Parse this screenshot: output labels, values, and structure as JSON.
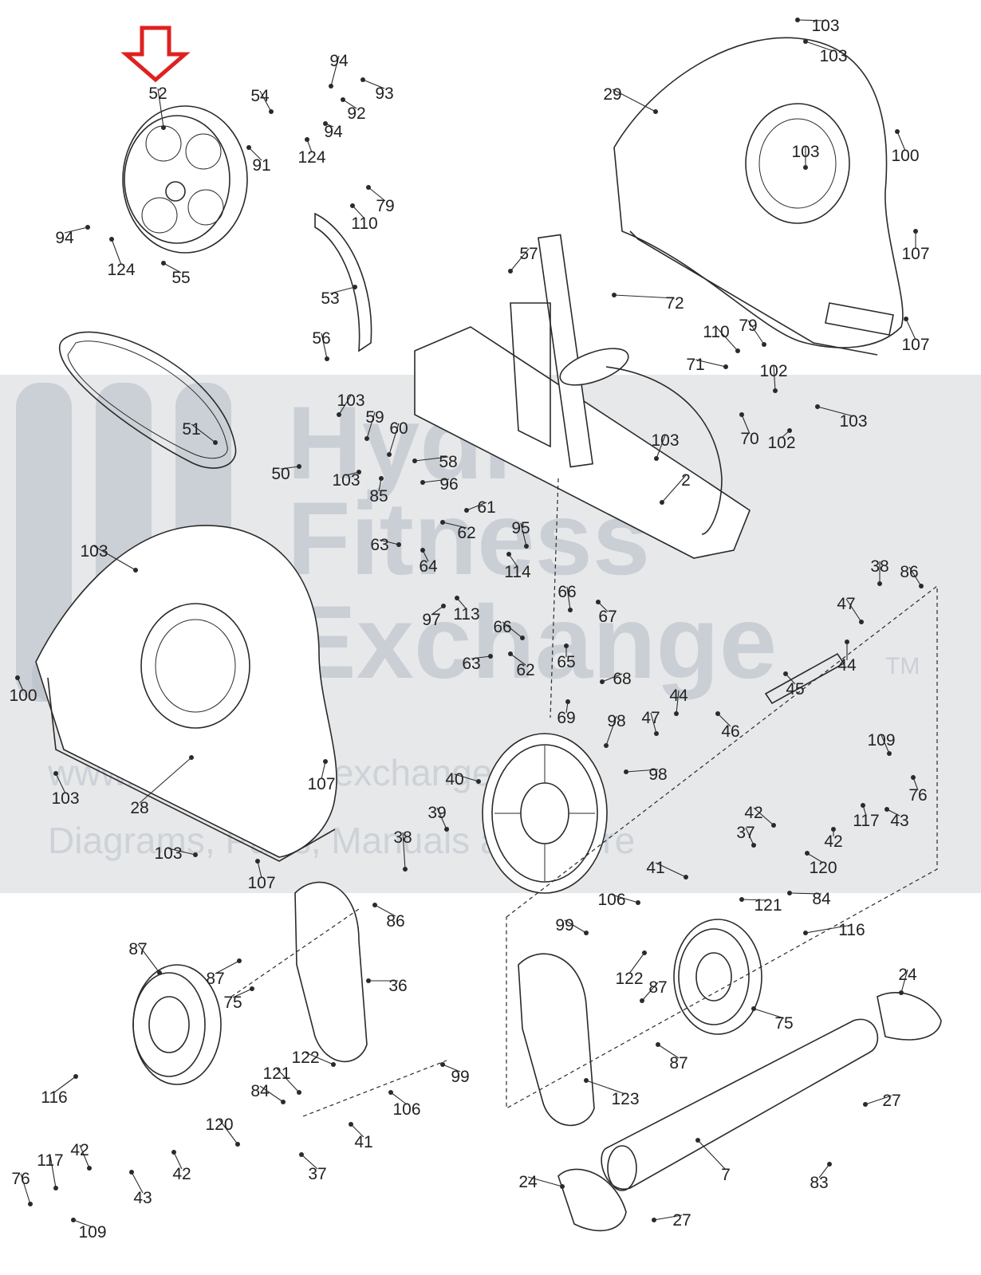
{
  "highlight": {
    "target_part": "52",
    "color": "#e02020",
    "icon": "down-arrow-icon"
  },
  "watermark": {
    "line1": "Hydra",
    "line2": "Fitness",
    "line3": "Exchange",
    "trademark": "TM",
    "url": "www.hydrafitnessexchange.com",
    "tagline": "Diagrams, Parts, Manuals and More",
    "color": "#aeb8c4",
    "icon": "hydra-logo-icon"
  },
  "callouts": [
    "103",
    "103",
    "29",
    "103",
    "100",
    "107",
    "107",
    "57",
    "72",
    "110",
    "79",
    "71",
    "102",
    "103",
    "70",
    "102",
    "94",
    "52",
    "54",
    "92",
    "93",
    "94",
    "91",
    "124",
    "79",
    "110",
    "94",
    "124",
    "55",
    "53",
    "56",
    "51",
    "103",
    "59",
    "60",
    "50",
    "103",
    "58",
    "85",
    "96",
    "103",
    "2",
    "61",
    "62",
    "63",
    "64",
    "95",
    "114",
    "103",
    "100",
    "103",
    "28",
    "103",
    "107",
    "107",
    "66",
    "67",
    "97",
    "113",
    "66",
    "62",
    "63",
    "65",
    "68",
    "69",
    "38",
    "86",
    "47",
    "44",
    "45",
    "44",
    "47",
    "46",
    "98",
    "98",
    "40",
    "39",
    "38",
    "86",
    "109",
    "76",
    "42",
    "117",
    "43",
    "42",
    "37",
    "120",
    "41",
    "84",
    "121",
    "106",
    "99",
    "122",
    "116",
    "87",
    "75",
    "87",
    "24",
    "87",
    "75",
    "87",
    "36",
    "116",
    "122",
    "121",
    "84",
    "99",
    "106",
    "123",
    "27",
    "120",
    "41",
    "42",
    "117",
    "37",
    "76",
    "43",
    "42",
    "109",
    "7",
    "24",
    "27",
    "83"
  ]
}
